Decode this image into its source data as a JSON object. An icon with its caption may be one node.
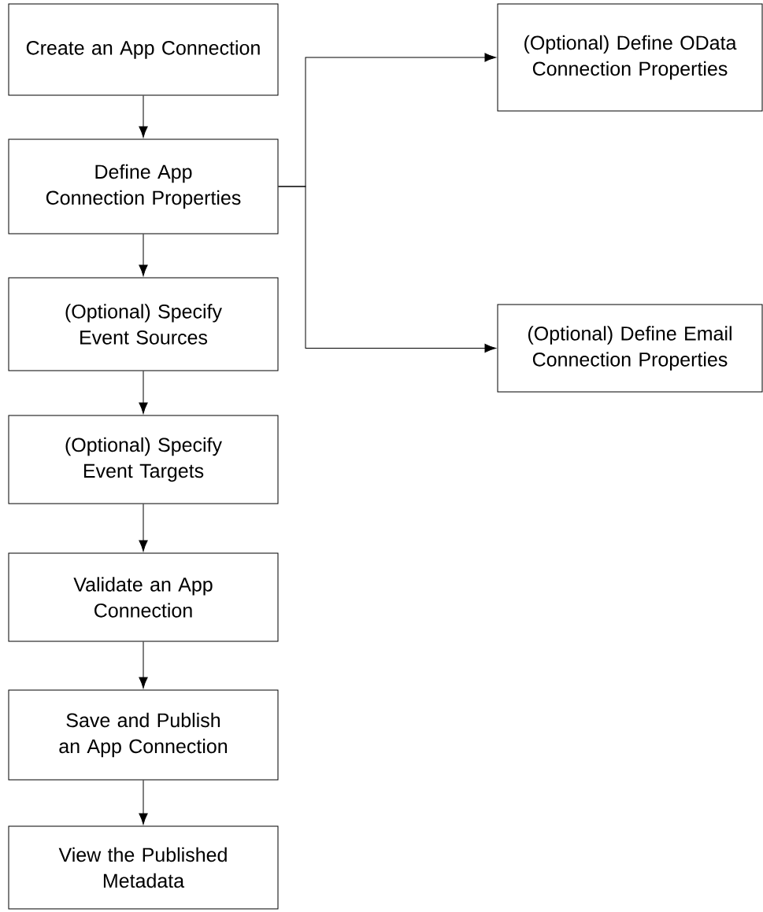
{
  "diagram": {
    "nodes": [
      {
        "text": [
          "Create an App Connection"
        ]
      },
      {
        "text": [
          "Define App Connection Properties"
        ]
      },
      {
        "text": [
          "(Optional) Specify Event Sources"
        ]
      },
      {
        "text": [
          "(Optional) Specify Event Targets"
        ]
      },
      {
        "text": [
          "Validate an App Connection"
        ]
      },
      {
        "text": [
          "Save and Publish an App Connection"
        ]
      },
      {
        "text": [
          "View the Published Metadata"
        ]
      },
      {
        "text": [
          "(Optional) Define OData Connection Properties"
        ]
      },
      {
        "text": [
          "(Optional) Define Email Connection Properties"
        ]
      }
    ],
    "edges": [
      {
        "from": 0,
        "to": 1,
        "arrow": "to"
      },
      {
        "from": 1,
        "to": 2,
        "arrow": "to"
      },
      {
        "from": 2,
        "to": 3,
        "arrow": "to"
      },
      {
        "from": 3,
        "to": 4,
        "arrow": "to"
      },
      {
        "from": 4,
        "to": 5,
        "arrow": "to"
      },
      {
        "from": 5,
        "to": 6,
        "arrow": "to"
      },
      {
        "from": 1,
        "to": 7,
        "arrow": "to"
      },
      {
        "from": 1,
        "to": 8,
        "arrow": "to"
      }
    ]
  }
}
